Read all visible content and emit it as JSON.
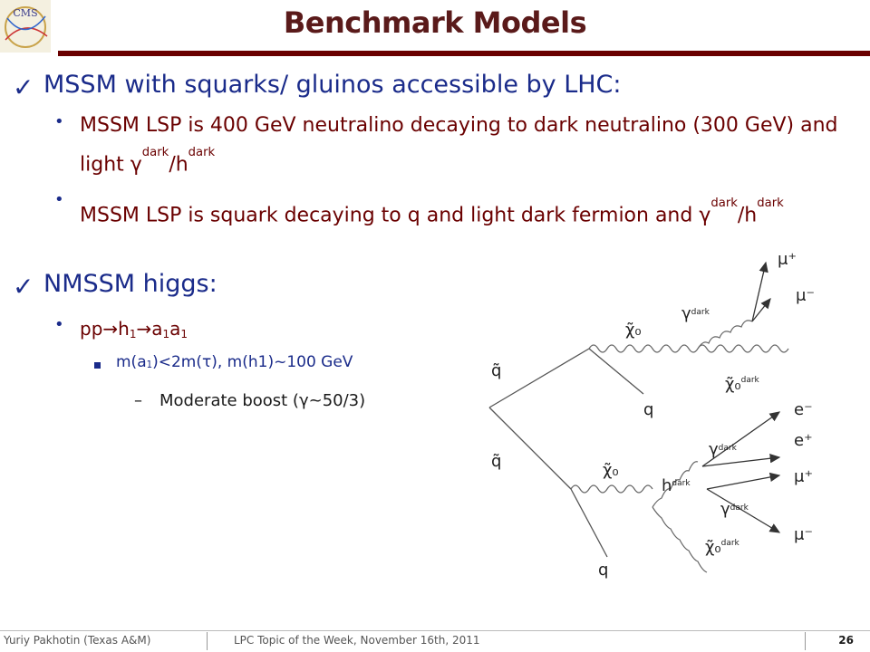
{
  "slide": {
    "title": "Benchmark Models",
    "logo_text": "CMS",
    "page_number": "26"
  },
  "section1": {
    "heading": "MSSM with squarks/ gluinos accessible by LHC:",
    "bullet1_text": "MSSM LSP is 400 GeV neutralino decaying to dark neutralino (300 GeV) and light",
    "bullet1_gamma": "γ",
    "bullet1_sup1": "dark",
    "bullet1_slash": "/h",
    "bullet1_sup2": "dark",
    "bullet2_text": "MSSM LSP is squark decaying to q and light dark fermion and",
    "bullet2_gamma": "γ",
    "bullet2_sup1": "dark",
    "bullet2_slash": "/h",
    "bullet2_sup2": "dark"
  },
  "section2": {
    "heading": "NMSSM higgs:",
    "bullet_pp": "pp",
    "bullet_arrow": "→",
    "bullet_h": "h",
    "bullet_h_sub": "1",
    "bullet_a": "a",
    "bullet_a_sub": "1",
    "bullet_a2": "a",
    "bullet_a2_sub": "1",
    "sub_text_a": "m(a",
    "sub_text_a_sub": "1",
    "sub_text_b": ")<2m(τ), m(h1)~100 GeV",
    "sub2_text_a": "Moderate boost (",
    "sub2_gamma": "γ",
    "sub2_text_b": "~50/3)"
  },
  "diagram": {
    "labels": {
      "squark_top": "q̃",
      "q_top": "q",
      "chi_top": "χ̃₀",
      "gamma_dark_top": "γ",
      "chi_dark_top": "χ̃₀",
      "mu_plus_top": "μ⁺",
      "mu_minus_top": "μ⁻",
      "squark_bottom": "q̃",
      "q_bottom": "q",
      "chi_bottom": "χ̃₀",
      "h_dark": "h",
      "gamma_dark_b1": "γ",
      "gamma_dark_b2": "γ",
      "chi_dark_bottom": "χ̃₀",
      "e_minus": "e⁻",
      "e_plus": "e⁺",
      "mu_plus_bottom": "μ⁺",
      "mu_minus_bottom": "μ⁻",
      "dark_sup": "dark"
    }
  },
  "footer": {
    "author": "Yuriy Pakhotin (Texas A&M)",
    "event": "LPC Topic of the Week, November 16th, 2011"
  },
  "colors": {
    "title": "#5a1a1a",
    "heading": "#1a2b8a",
    "bullet_text": "#6a0000",
    "rule": "#6a0000"
  }
}
